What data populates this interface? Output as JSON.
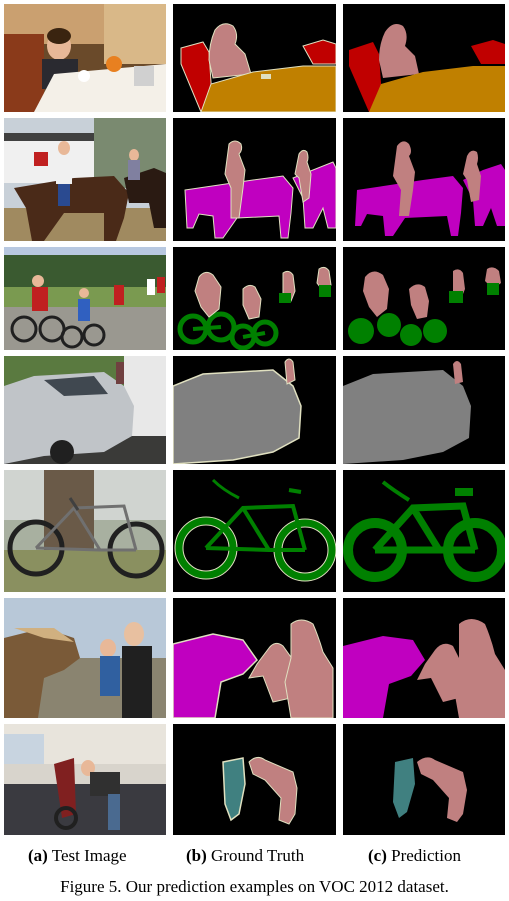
{
  "figure": {
    "subfigures": [
      {
        "tag": "(a)",
        "text": "Test Image"
      },
      {
        "tag": "(b)",
        "text": "Ground Truth"
      },
      {
        "tag": "(c)",
        "text": "Prediction"
      }
    ],
    "caption": "Figure 5. Our prediction examples on VOC 2012 dataset."
  },
  "colors": {
    "background": "#000000",
    "person": "#c08080",
    "chair": "#c00000",
    "dining_table": "#c08000",
    "horse": "#c000c0",
    "bicycle": "#008000",
    "car": "#808080",
    "motorbike": "#408080",
    "void_border": "#e0e0c0"
  }
}
